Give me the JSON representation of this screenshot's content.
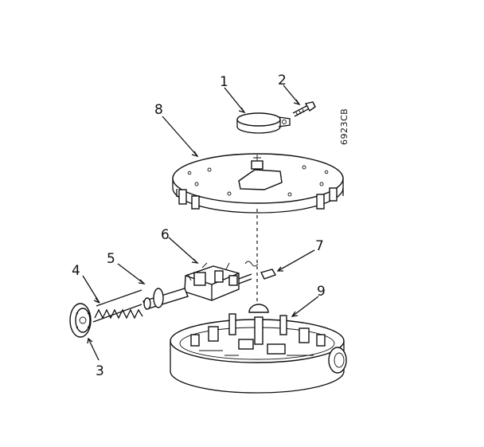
{
  "diagram": {
    "drawing_number": "6923CB",
    "parts": [
      {
        "label": "1",
        "name": "clamp ring"
      },
      {
        "label": "2",
        "name": "screw"
      },
      {
        "label": "3",
        "name": "knob"
      },
      {
        "label": "4",
        "name": "spring"
      },
      {
        "label": "5",
        "name": "shaft"
      },
      {
        "label": "6",
        "name": "switch assembly"
      },
      {
        "label": "7",
        "name": "clip"
      },
      {
        "label": "8",
        "name": "mounting plate"
      },
      {
        "label": "9",
        "name": "base housing"
      }
    ]
  }
}
